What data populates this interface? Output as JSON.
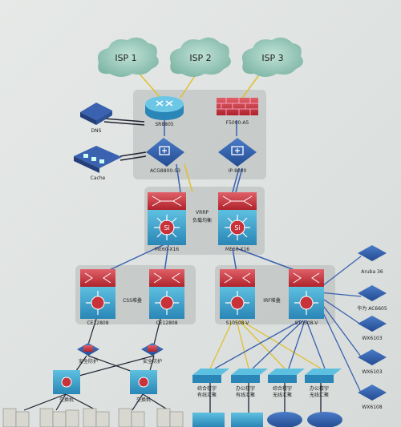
{
  "clouds": [
    {
      "key": "isp1",
      "label": "ISP 1"
    },
    {
      "key": "isp2",
      "label": "ISP 2"
    },
    {
      "key": "isp3",
      "label": "ISP 3"
    }
  ],
  "edge": {
    "router": "SR8805",
    "firewall": "F5000-A5",
    "dns": "DNS",
    "cache": "Cache",
    "switch_left": "ACG8800-S3",
    "switch_right": "IP-8000"
  },
  "core": {
    "group_label_line1": "VRRP",
    "group_label_line2": "负载均衡",
    "left": "ME60-X16",
    "right": "ME60-X16"
  },
  "distribution_left": {
    "group_label": "CSS堆叠",
    "left": "CE12808",
    "right": "CE12808"
  },
  "distribution_right": {
    "group_label": "IRF堆叠",
    "left": "S10508-V",
    "right": "S10508-V"
  },
  "security": {
    "left": "安全防护",
    "right": "安全防护"
  },
  "access_left": {
    "left": "交换机",
    "right": "交换机"
  },
  "access_right": [
    {
      "line1": "综合楼宇",
      "line2": "有线汇聚"
    },
    {
      "line1": "办公楼宇",
      "line2": "有线汇聚"
    },
    {
      "line1": "综合楼宇",
      "line2": "无线汇聚"
    },
    {
      "line1": "办公楼宇",
      "line2": "无线汇聚"
    }
  ],
  "wireless": [
    {
      "label": "Aruba 36"
    },
    {
      "label": "华为 AC6605"
    },
    {
      "label": "WX6103"
    },
    {
      "label": "WX6103"
    },
    {
      "label": "WX6108"
    }
  ],
  "colors": {
    "cloud": "#8fc4b4",
    "red_device": "#c8323a",
    "blue_device": "#2e5aa0",
    "link_yellow": "#e0c030",
    "link_blue": "#3a62b0"
  }
}
